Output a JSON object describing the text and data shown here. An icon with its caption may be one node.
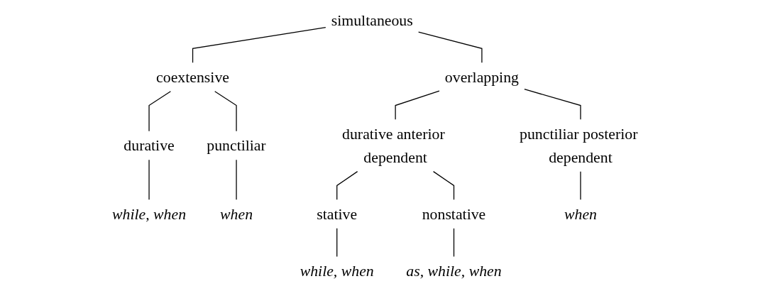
{
  "diagram": {
    "nodes": [
      {
        "text": [
          "simultaneous"
        ]
      },
      {
        "text": [
          "coextensive"
        ]
      },
      {
        "text": [
          "overlapping"
        ]
      },
      {
        "text": [
          "durative"
        ]
      },
      {
        "text": [
          "punctiliar"
        ]
      },
      {
        "text": [
          "durative anterior dependent"
        ]
      },
      {
        "text": [
          "punctiliar posterior dependent"
        ]
      },
      {
        "text": [
          "while, when"
        ]
      },
      {
        "text": [
          "when"
        ]
      },
      {
        "text": [
          "stative"
        ]
      },
      {
        "text": [
          "nonstative"
        ]
      },
      {
        "text": [
          "when"
        ]
      },
      {
        "text": [
          "while, when"
        ]
      },
      {
        "text": [
          "as, while, when"
        ]
      }
    ],
    "edges": [
      {
        "from": 0,
        "to": 1,
        "arrow": "none"
      },
      {
        "from": 0,
        "to": 2,
        "arrow": "none"
      },
      {
        "from": 1,
        "to": 3,
        "arrow": "none"
      },
      {
        "from": 1,
        "to": 4,
        "arrow": "none"
      },
      {
        "from": 2,
        "to": 5,
        "arrow": "none"
      },
      {
        "from": 2,
        "to": 6,
        "arrow": "none"
      },
      {
        "from": 3,
        "to": 7,
        "arrow": "none"
      },
      {
        "from": 4,
        "to": 8,
        "arrow": "none"
      },
      {
        "from": 5,
        "to": 9,
        "arrow": "none"
      },
      {
        "from": 5,
        "to": 10,
        "arrow": "none"
      },
      {
        "from": 6,
        "to": 11,
        "arrow": "none"
      },
      {
        "from": 9,
        "to": 12,
        "arrow": "none"
      },
      {
        "from": 10,
        "to": 13,
        "arrow": "none"
      }
    ]
  }
}
